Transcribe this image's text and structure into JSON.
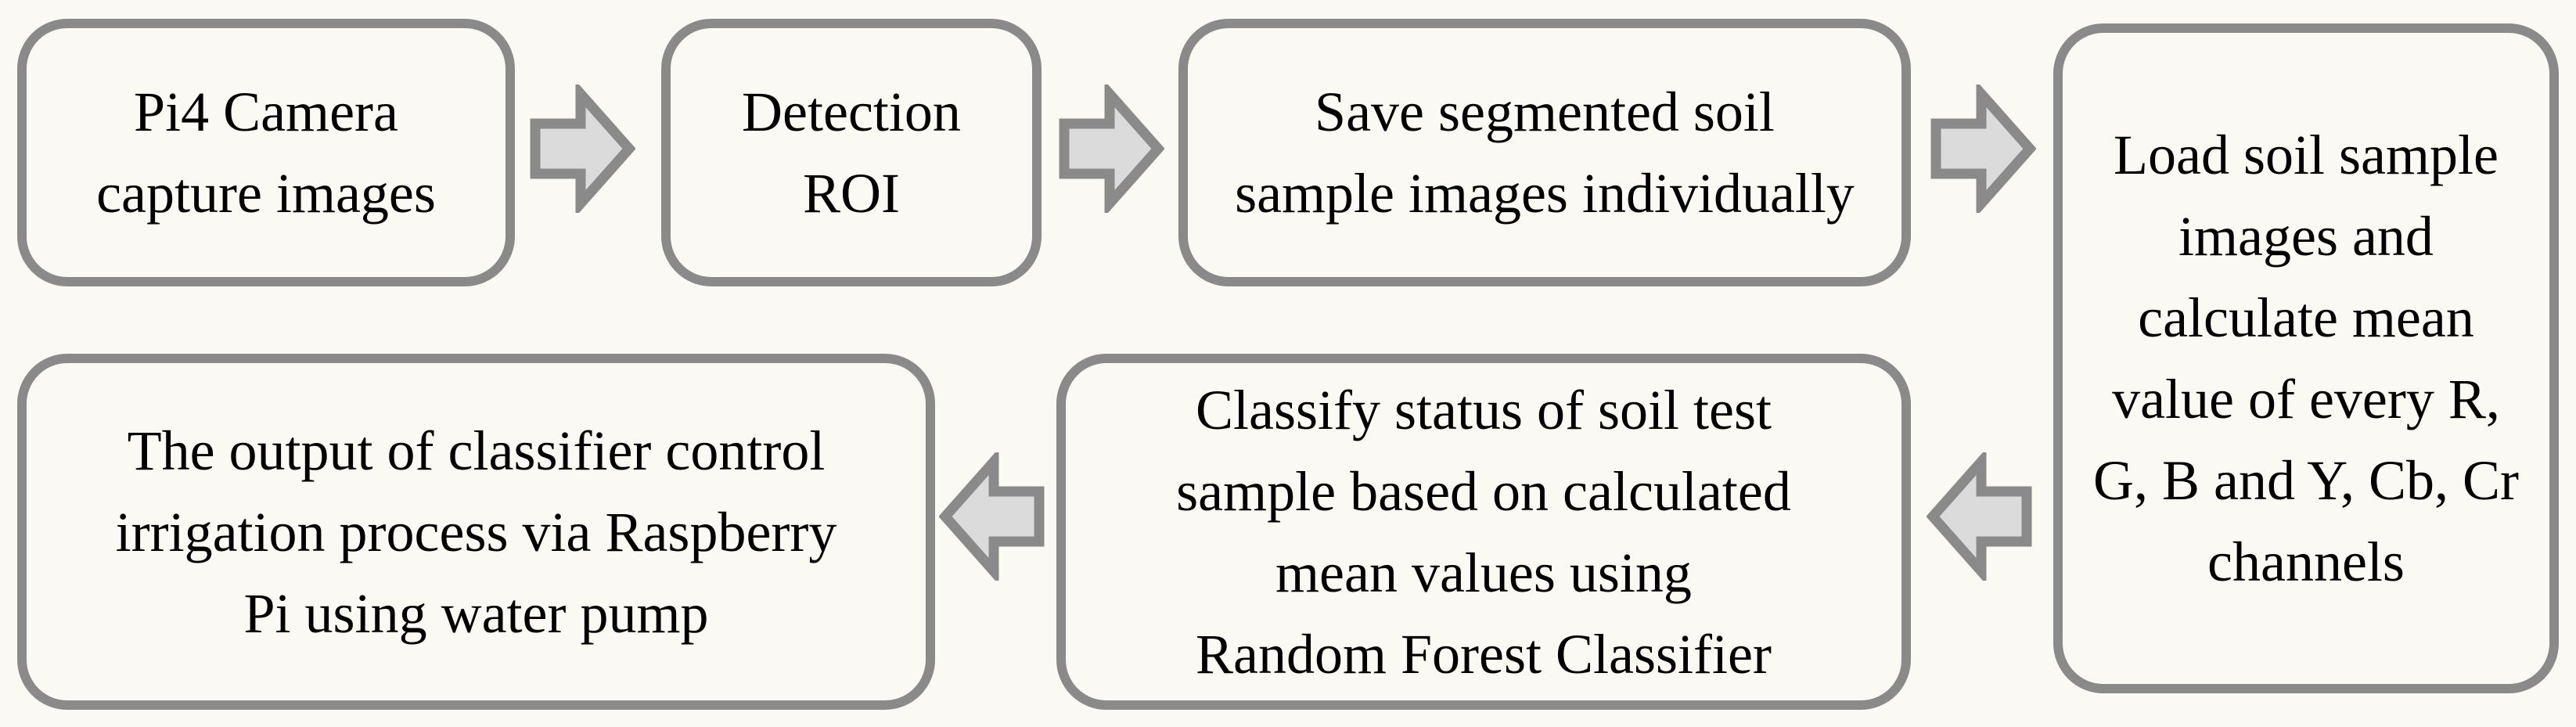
{
  "palette": {
    "background": "#FAF9F3",
    "box_border": "#8A8A8A",
    "arrow_fill": "#DBDBDB",
    "arrow_outline": "#8A8A8A",
    "text_color": "#000000"
  },
  "flowchart": {
    "steps": [
      {
        "id": "capture",
        "label": "Pi4 Camera capture images",
        "lines": [
          "Pi4 Camera",
          "capture images"
        ]
      },
      {
        "id": "detect-roi",
        "label": "Detection ROI",
        "lines": [
          "Detection",
          "ROI"
        ]
      },
      {
        "id": "save-segmented",
        "label": "Save segmented soil sample images individually",
        "lines": [
          "Save segmented soil",
          "sample images individually"
        ]
      },
      {
        "id": "load-calculate",
        "label": "Load soil sample images and calculate mean value of every R, G, B and Y, Cb, Cr channels",
        "lines": [
          "Load soil sample",
          "images and",
          "calculate mean",
          "value of every R,",
          "G, B and Y, Cb, Cr",
          "channels"
        ]
      },
      {
        "id": "classify",
        "label": "Classify status of soil test sample based on calculated mean values using Random Forest Classifier",
        "lines": [
          "Classify status of soil test",
          "sample based on calculated",
          "mean values using",
          "Random Forest Classifier"
        ]
      },
      {
        "id": "output-irrigation",
        "label": "The output of classifier control irrigation process via Raspberry Pi using water pump",
        "lines": [
          "The output of classifier control",
          "irrigation process via Raspberry",
          "Pi using water pump"
        ]
      }
    ],
    "arrows": [
      {
        "from": "capture",
        "to": "detect-roi",
        "direction": "right"
      },
      {
        "from": "detect-roi",
        "to": "save-segmented",
        "direction": "right"
      },
      {
        "from": "save-segmented",
        "to": "load-calculate",
        "direction": "right"
      },
      {
        "from": "load-calculate",
        "to": "classify",
        "direction": "left"
      },
      {
        "from": "classify",
        "to": "output-irrigation",
        "direction": "left"
      }
    ]
  }
}
